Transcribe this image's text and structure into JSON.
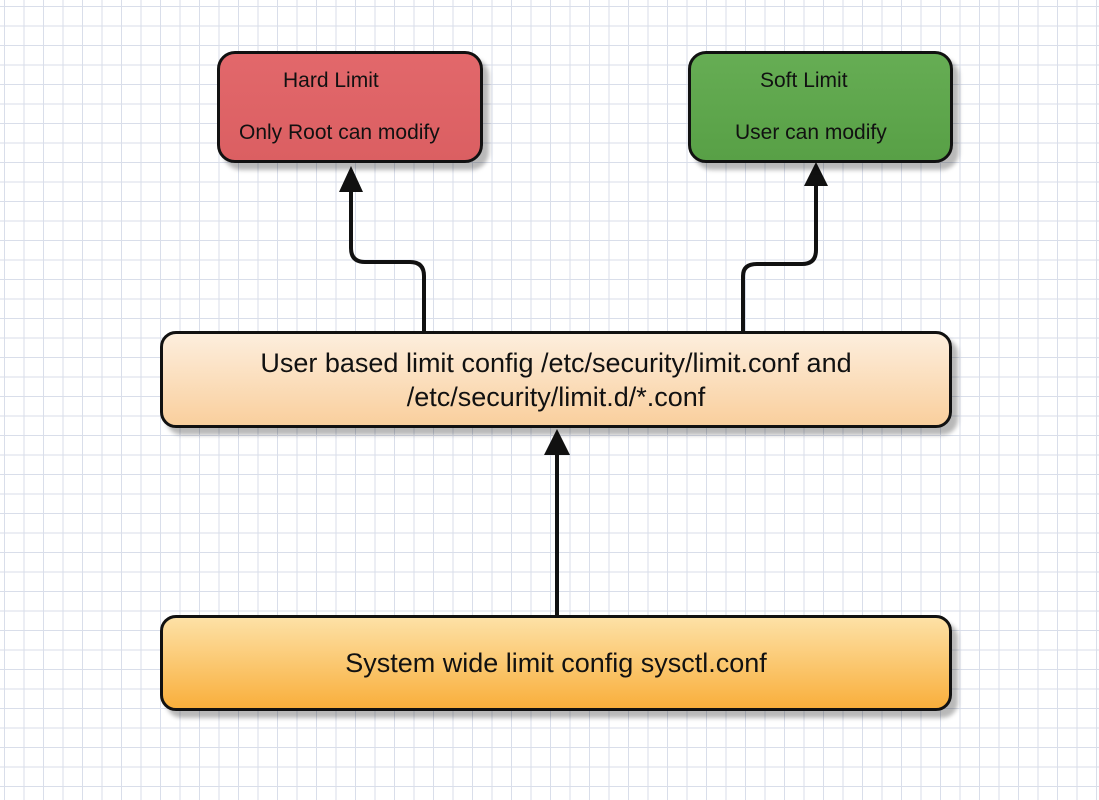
{
  "diagram": {
    "hard_limit": {
      "title": "Hard Limit",
      "subtitle": "Only Root can modify"
    },
    "soft_limit": {
      "title": "Soft Limit",
      "subtitle": "User can modify"
    },
    "user_config": {
      "line1": "User based limit config /etc/security/limit.conf and",
      "line2": "/etc/security/limit.d/*.conf"
    },
    "system_config": {
      "text": "System wide limit config sysctl.conf"
    },
    "colors": {
      "hard_limit_fill": "#df6568",
      "soft_limit_fill": "#5fa74d",
      "user_config_fill_top": "#fdeedd",
      "user_config_fill_bottom": "#f9cf9d",
      "system_config_fill_top": "#fde1a6",
      "system_config_fill_bottom": "#f9af3c",
      "stroke": "#111111",
      "grid": "#d9deea"
    }
  }
}
